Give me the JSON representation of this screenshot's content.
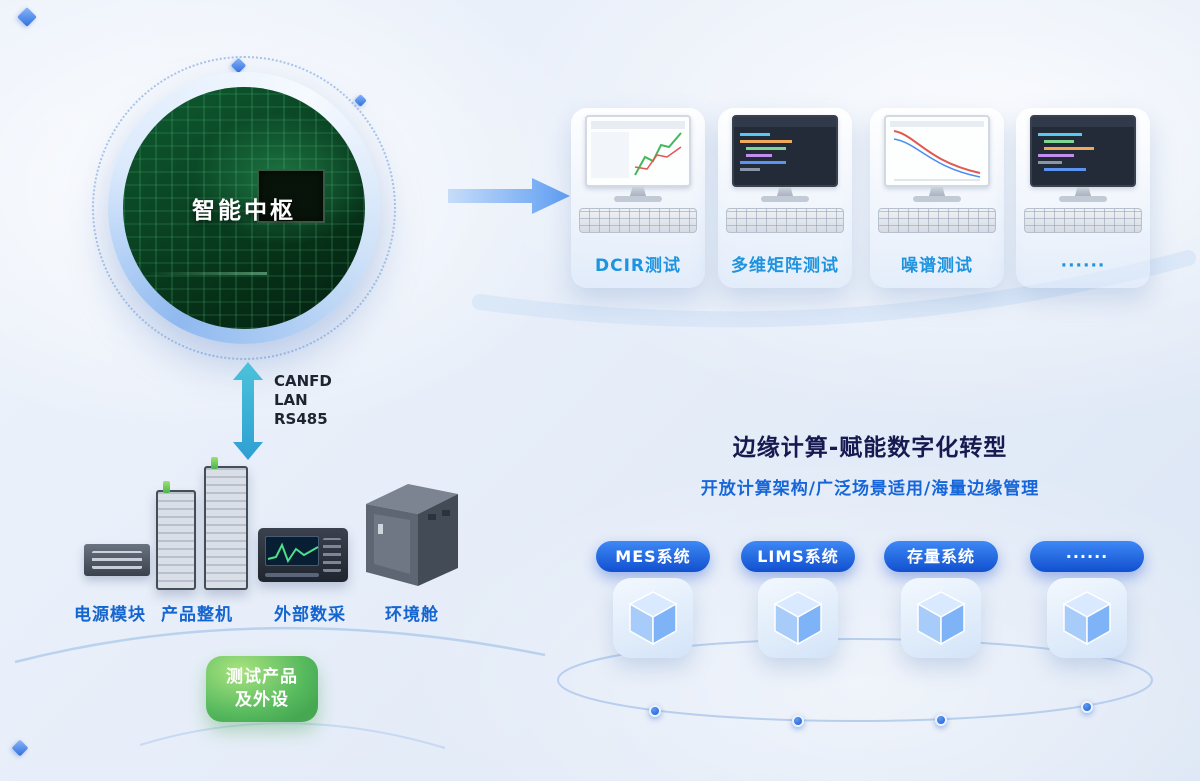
{
  "hub": {
    "label": "智能中枢"
  },
  "bus": {
    "line1": "CANFD",
    "line2": "LAN",
    "line3": "RS485"
  },
  "tests": [
    {
      "label": "DCIR测试"
    },
    {
      "label": "多维矩阵测试"
    },
    {
      "label": "噪谱测试"
    },
    {
      "label": "······"
    }
  ],
  "devices": [
    {
      "label": "电源模块"
    },
    {
      "label": "产品整机"
    },
    {
      "label": "外部数采"
    },
    {
      "label": "环境舱"
    }
  ],
  "badge": {
    "line1": "测试产品",
    "line2": "及外设"
  },
  "edge": {
    "title": "边缘计算-赋能数字化转型",
    "subtitle": "开放计算架构/广泛场景适用/海量边缘管理",
    "systems": [
      {
        "label": "MES系统"
      },
      {
        "label": "LIMS系统"
      },
      {
        "label": "存量系统"
      },
      {
        "label": "······"
      }
    ]
  },
  "colors": {
    "accent_blue": "#1e6cf0",
    "label_blue": "#1565d0",
    "test_label_blue": "#1e94df",
    "title_navy": "#161a50",
    "pill_blue": "#1150cf",
    "badge_green": "#57ba5e",
    "arrow_teal": "#3fb2d6",
    "board_green": "#0a4423"
  }
}
